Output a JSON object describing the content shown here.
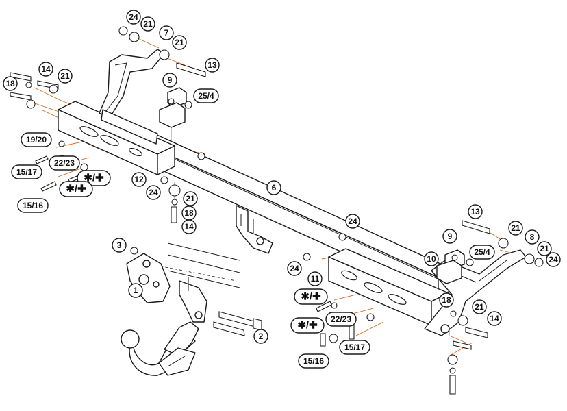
{
  "callouts": {
    "c24_top": "24",
    "c21_top": "21",
    "c7": "7",
    "c21_b": "21",
    "c13_l": "13",
    "c14_l": "14",
    "c21_l": "21",
    "c18_l": "18",
    "c9_l": "9",
    "c25_4_l": "25/4",
    "c19_20": "19/20",
    "c22_23_l": "22/23",
    "c15_17_l": "15/17",
    "c15_16_l": "15/16",
    "c12": "12",
    "c24_mid": "24",
    "c21_mid": "21",
    "c18_mid": "18",
    "c14_mid": "14",
    "c6": "6",
    "c24_right": "24",
    "c3": "3",
    "c1": "1",
    "c2": "2",
    "c24_lower": "24",
    "c11": "11",
    "c13_r": "13",
    "c9_r": "9",
    "c21_r1": "21",
    "c8": "8",
    "c21_r2": "21",
    "c24_r": "24",
    "c10": "10",
    "c25_4_r": "25/4",
    "c18_r": "18",
    "c21_r3": "21",
    "c14_r": "14",
    "c22_23_r": "22/23",
    "c15_17_r": "15/17",
    "c15_16_r": "15/16"
  },
  "symbol_labels": {
    "sym_l1": "✱/✚",
    "sym_l2": "✱/✚",
    "sym_r1": "✱/✚",
    "sym_r2": "✱/✚"
  }
}
